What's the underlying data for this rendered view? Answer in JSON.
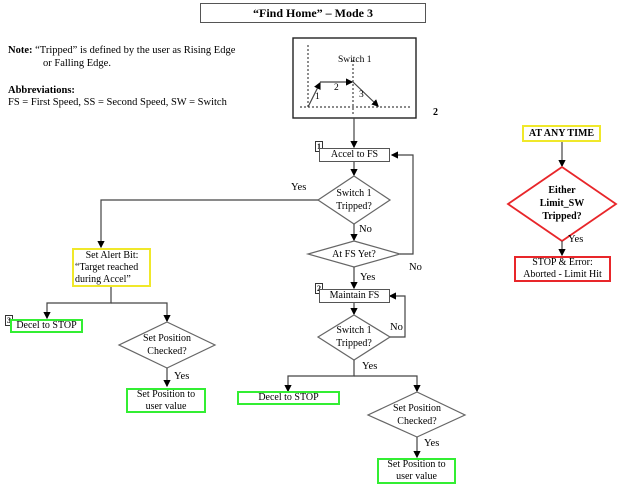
{
  "title": "“Find Home”  – Mode 3",
  "note": {
    "label": "Note:",
    "line1": "“Tripped” is defined by the user as Rising Edge",
    "line2": "or Falling Edge."
  },
  "abbreviations": {
    "heading": "Abbreviations:",
    "text": "FS = First Speed,  SS = Second Speed,  SW = Switch"
  },
  "motion_profile": {
    "switch_label": "Switch 1",
    "segments": [
      "1",
      "2",
      "3"
    ],
    "figure_number": "2"
  },
  "main_flow": {
    "step1_marker": "1",
    "accel_box": "Accel to FS",
    "decision1_line1": "Switch 1",
    "decision1_line2": "Tripped?",
    "decision1_yes": "Yes",
    "decision1_no": "No",
    "decision2": "At FS Yet?",
    "decision2_yes": "Yes",
    "decision2_no": "No",
    "step2_marker": "2",
    "maintain_box": "Maintain FS",
    "decision3_line1": "Switch 1",
    "decision3_line2": "Tripped?",
    "decision3_yes": "Yes",
    "decision3_no": "No",
    "decel_box": "Decel to STOP",
    "setpos_decision_line1": "Set Position",
    "setpos_decision_line2": "Checked?",
    "setpos_yes": "Yes",
    "setpos_box_line1": "Set Position to",
    "setpos_box_line2": "user value"
  },
  "left_flow": {
    "alert_line1": "Set Alert Bit:",
    "alert_line2": "“Target reached",
    "alert_line3": "during Accel”",
    "step3_marker": "3",
    "decel_box": "Decel to STOP",
    "setpos_decision_line1": "Set Position",
    "setpos_decision_line2": "Checked?",
    "setpos_yes": "Yes",
    "setpos_box_line1": "Set Position to",
    "setpos_box_line2": "user value"
  },
  "any_time_flow": {
    "header": "AT ANY TIME",
    "decision_line1": "Either",
    "decision_line2": "Limit_SW",
    "decision_line3": "Tripped?",
    "yes": "Yes",
    "result_line1": "STOP & Error:",
    "result_line2": "Aborted - Limit Hit"
  },
  "colors": {
    "process_border": "#555555",
    "terminal_border": "#33ee33",
    "alert_border": "#f0e82a",
    "error_border": "#e8262a"
  }
}
